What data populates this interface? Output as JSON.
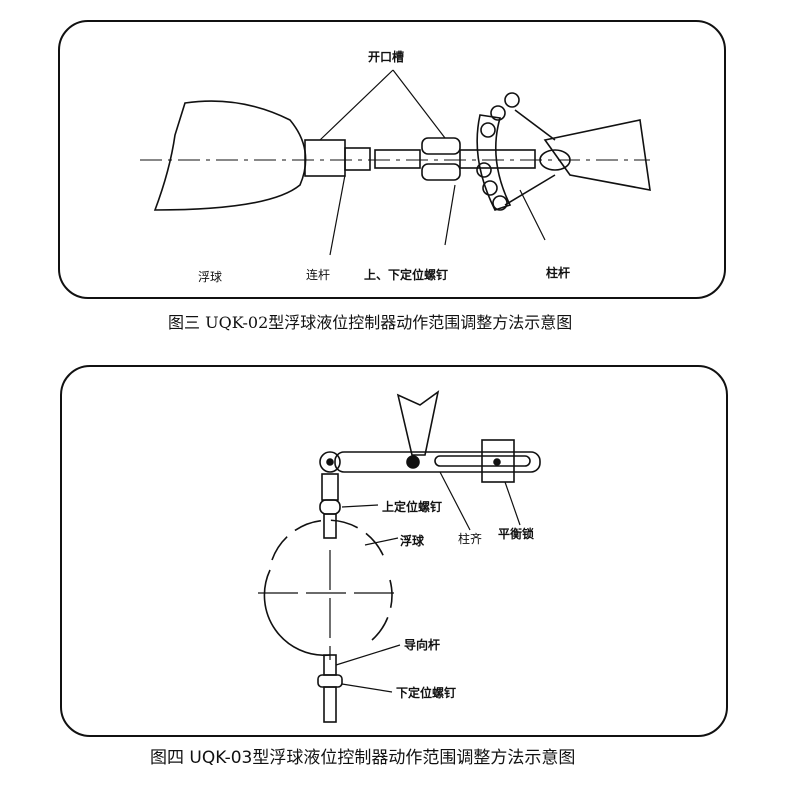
{
  "figure3": {
    "caption": "图三 UQK-02型浮球液位控制器动作范围调整方法示意图",
    "labels": {
      "slot": "开口槽",
      "float": "浮球",
      "link_rod": "连杆",
      "screws": "上、下定位螺钉",
      "post_rod": "柱杆"
    }
  },
  "figure4": {
    "caption": "图四 UQK-03型浮球液位控制器动作范围调整方法示意图",
    "labels": {
      "upper_screw": "上定位螺钉",
      "float": "浮球",
      "post": "柱齐",
      "balance_lock": "平衡锁",
      "guide_rod": "导向杆",
      "lower_screw": "下定位螺钉"
    }
  }
}
